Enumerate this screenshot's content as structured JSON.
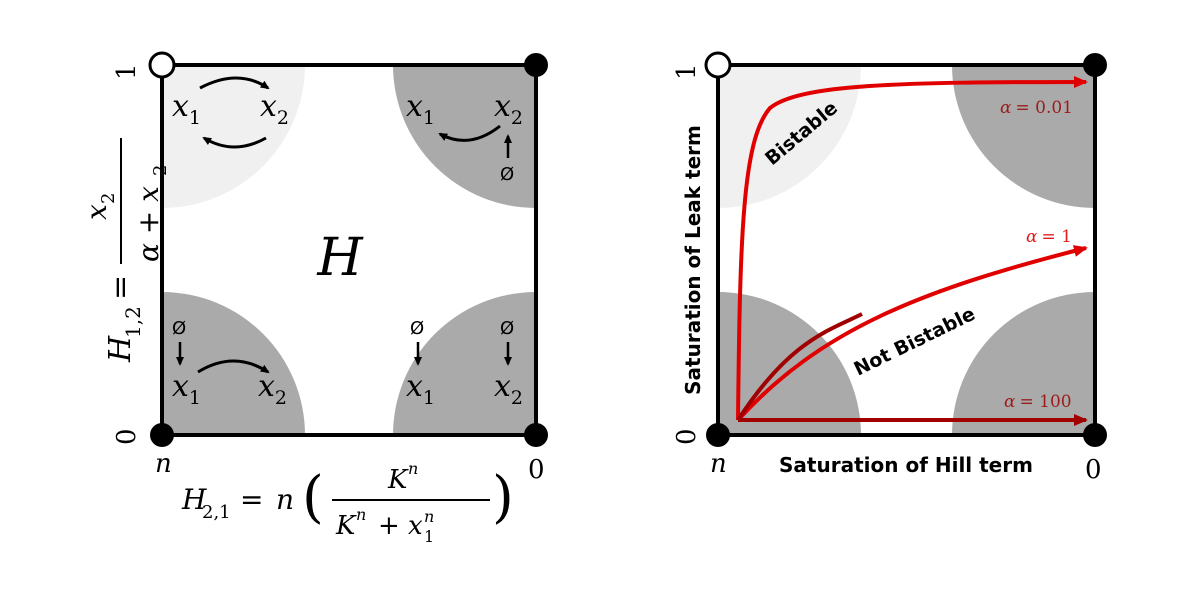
{
  "left_panel": {
    "center_label": "H",
    "y_axis": {
      "top_tick": "1",
      "bottom_tick": "0"
    },
    "x_axis": {
      "left_tick": "n",
      "right_tick": "0"
    },
    "corners": {
      "top_left": {
        "x1": "x",
        "x1_sub": "1",
        "x2": "x",
        "x2_sub": "2"
      },
      "top_right": {
        "x1": "x",
        "x1_sub": "1",
        "x2": "x",
        "x2_sub": "2",
        "null_symbol": "Ø"
      },
      "bottom_left": {
        "x1": "x",
        "x1_sub": "1",
        "x2": "x",
        "x2_sub": "2",
        "null_symbol": "Ø"
      },
      "bottom_right": {
        "x1": "x",
        "x1_sub": "1",
        "x2": "x",
        "x2_sub": "2",
        "null_symbol_1": "Ø",
        "null_symbol_2": "Ø"
      }
    },
    "colors": {
      "light_region": "#f0f0f0",
      "dark_region": "#aaaaaa",
      "arrow": "#000000"
    }
  },
  "right_panel": {
    "y_label": "Saturation of Leak term",
    "x_label": "Saturation of Hill term",
    "y_axis": {
      "top_tick": "1",
      "bottom_tick": "0"
    },
    "x_axis": {
      "left_tick": "n",
      "right_tick": "0"
    },
    "region_labels": {
      "bistable": "Bistable",
      "not_bistable": "Not Bistable"
    },
    "curves": [
      {
        "label_symbol": "α",
        "label_value": "= 0.01",
        "color": "#9b1c1c"
      },
      {
        "label_symbol": "α",
        "label_value": "= 1",
        "color": "#e01b1b"
      },
      {
        "label_symbol": "α",
        "label_value": "= 100",
        "color": "#9b1c1c"
      }
    ],
    "colors": {
      "light_region": "#f0f0f0",
      "dark_region": "#aaaaaa",
      "curve_bright": "#e00000",
      "curve_dark": "#a00000"
    }
  }
}
